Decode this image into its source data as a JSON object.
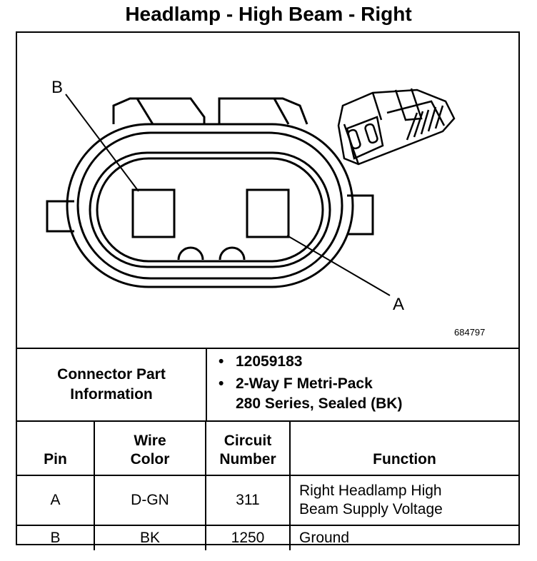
{
  "title": "Headlamp - High Beam - Right",
  "figure_number": "684797",
  "callouts": {
    "pin_a": "A",
    "pin_b": "B"
  },
  "connector_info": {
    "label_line1": "Connector Part",
    "label_line2": "Information",
    "items": [
      {
        "lines": [
          "12059183"
        ]
      },
      {
        "lines": [
          "2-Way F Metri-Pack",
          "280 Series, Sealed (BK)"
        ]
      }
    ]
  },
  "table": {
    "headers": {
      "pin": "Pin",
      "wire_color_1": "Wire",
      "wire_color_2": "Color",
      "circuit_1": "Circuit",
      "circuit_2": "Number",
      "function": "Function"
    },
    "rows": [
      {
        "pin": "A",
        "wire_color": "D-GN",
        "circuit": "311",
        "function_line1": "Right Headlamp High",
        "function_line2": "Beam Supply Voltage"
      },
      {
        "pin": "B",
        "wire_color": "BK",
        "circuit": "1250",
        "function_line1": "Ground",
        "function_line2": ""
      }
    ]
  }
}
